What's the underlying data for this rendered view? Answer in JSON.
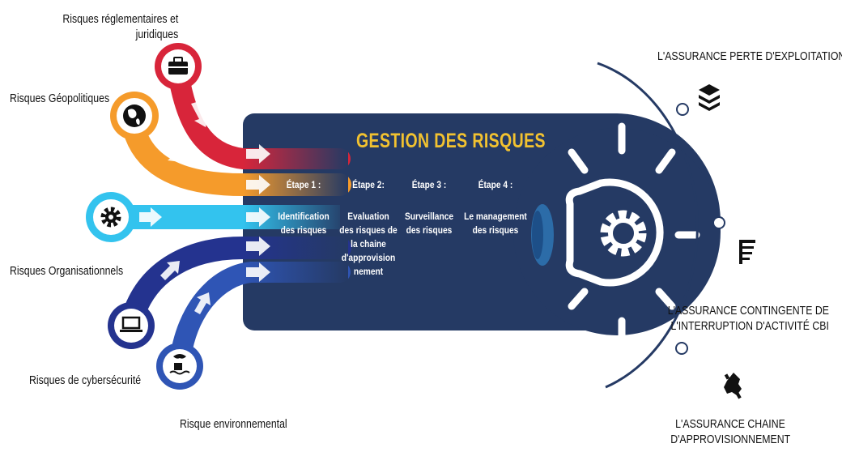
{
  "risks": [
    {
      "label": "Risques réglementaires et\njuridiques",
      "icon": "briefcase-icon",
      "color": "#d8253a"
    },
    {
      "label": "Risques Géopolitiques",
      "icon": "globe-icon",
      "color": "#f59b2b"
    },
    {
      "label": "Risques Organisationnels",
      "icon": "gear-icon",
      "color": "#33c3ee"
    },
    {
      "label": "Risques de cybersécurité",
      "icon": "laptop-icon",
      "color": "#24338f"
    },
    {
      "label": "Risque environnemental",
      "icon": "environment-icon",
      "color": "#2f55b5"
    }
  ],
  "main": {
    "title": "GESTION DES RISQUES",
    "steps": [
      {
        "label": "Étape 1 :",
        "desc": "Identification\ndes risques"
      },
      {
        "label": "Étape 2:",
        "desc": "Evaluation\ndes risques de\nla chaine\nd'approvision\nnement"
      },
      {
        "label": "Étape 3 :",
        "desc": "Surveillance\ndes risques"
      },
      {
        "label": "Étape 4 :",
        "desc": "Le management\ndes risques"
      }
    ]
  },
  "insurance": [
    {
      "label": "L'ASSURANCE PERTE D'EXPLOITATION",
      "icon": "layers-icon"
    },
    {
      "label": "L'ASSURANCE CONTINGENTE DE\nL'INTERRUPTION D'ACTIVITÉ CBI",
      "icon": "document-list-icon"
    },
    {
      "label": "L'ASSURANCE CHAINE\nD'APPROVISIONNEMENT",
      "icon": "handshake-icon"
    }
  ],
  "colors": {
    "navy": "#253a64",
    "gold": "#f2c230",
    "red": "#d8253a",
    "orange": "#f59b2b",
    "cyan": "#33c3ee",
    "blue": "#24338f",
    "midblue": "#2f55b5"
  }
}
